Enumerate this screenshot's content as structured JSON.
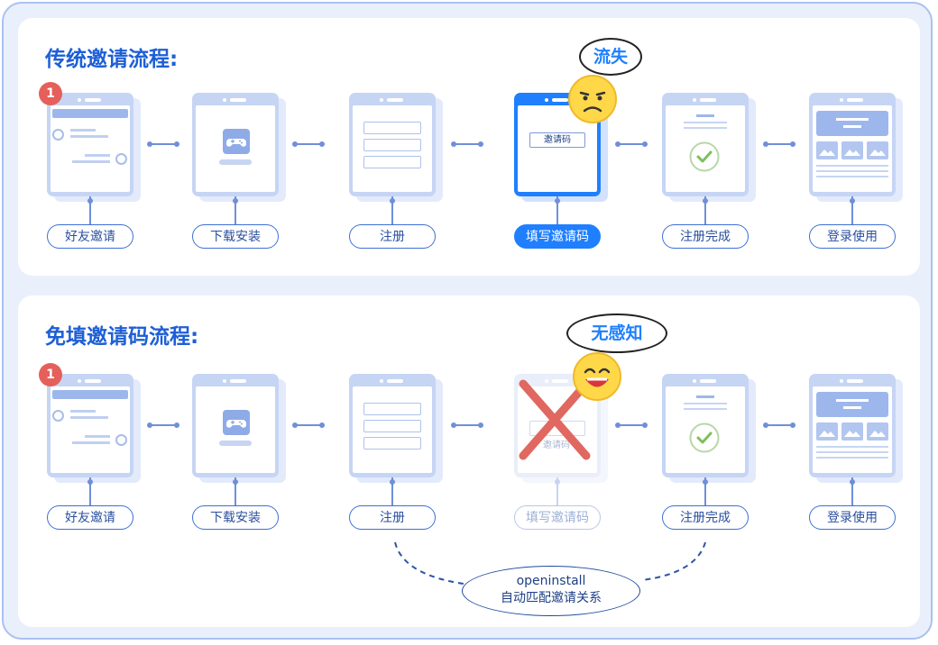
{
  "section1": {
    "title": "传统邀请流程:",
    "badge": "1",
    "bubble": "流失",
    "steps": [
      {
        "label": "好友邀请"
      },
      {
        "label": "下载安装"
      },
      {
        "label": "注册"
      },
      {
        "label": "填写邀请码",
        "screen_text": "邀请码",
        "state": "active"
      },
      {
        "label": "注册完成"
      },
      {
        "label": "登录使用"
      }
    ]
  },
  "section2": {
    "title": "免填邀请码流程:",
    "badge": "1",
    "bubble": "无感知",
    "steps": [
      {
        "label": "好友邀请"
      },
      {
        "label": "下载安装"
      },
      {
        "label": "注册"
      },
      {
        "label": "填写邀请码",
        "screen_text": "邀请码",
        "state": "skipped"
      },
      {
        "label": "注册完成"
      },
      {
        "label": "登录使用"
      }
    ],
    "bypass": {
      "line1": "openinstall",
      "line2": "自动匹配邀请关系"
    }
  },
  "colors": {
    "primary": "#1f7fff",
    "title": "#1d5fd6",
    "phone": "#c6d5f4",
    "badge": "#e5605a",
    "cross": "#e06860",
    "emoji": "#ffd84a"
  }
}
